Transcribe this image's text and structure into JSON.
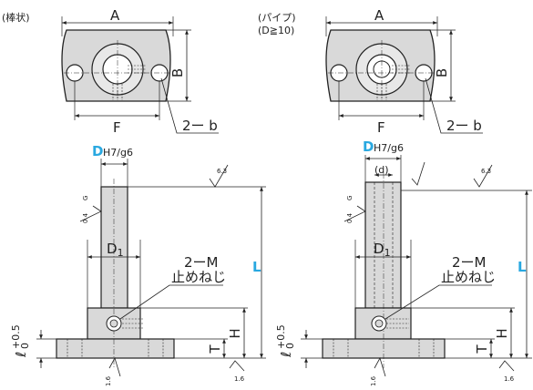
{
  "colors": {
    "part_fill": "#d9d9d9",
    "line": "#222222",
    "accent": "#29a8e0",
    "background": "#ffffff"
  },
  "left_view": {
    "caption": "(棒状)",
    "dim_A": "A",
    "dim_B": "B",
    "dim_F": "F",
    "hole_label": "2ー b",
    "dim_D": "D",
    "dim_D_tol": "H7/g6",
    "dim_D1_main": "D",
    "dim_D1_sub": "1",
    "dim_L": "L",
    "dim_H": "H",
    "dim_T": "T",
    "dim_l": "ℓ",
    "tol_plus": "+0.5",
    "tol_zero": "0",
    "screw_label": "2ーM",
    "screw_note": "止めねじ",
    "rough_63": "6.3",
    "rough_G": "G",
    "rough_04": "0.4",
    "rough_16a": "1.6",
    "rough_16b": "1.6"
  },
  "right_view": {
    "caption": "(パイプ)",
    "caption2": "(D≧10)",
    "dim_A": "A",
    "dim_B": "B",
    "dim_F": "F",
    "hole_label": "2ー b",
    "dim_D": "D",
    "dim_D_tol": "H7/g6",
    "dim_d": "(d)",
    "dim_D1_main": "D",
    "dim_D1_sub": "1",
    "dim_L": "L",
    "dim_H": "H",
    "dim_T": "T",
    "dim_l": "ℓ",
    "tol_plus": "+0.5",
    "tol_zero": "0",
    "screw_label": "2ーM",
    "screw_note": "止めねじ",
    "rough_63": "6.3",
    "rough_G": "G",
    "rough_04": "0.4",
    "rough_16a": "1.6",
    "rough_16b": "1.6"
  }
}
